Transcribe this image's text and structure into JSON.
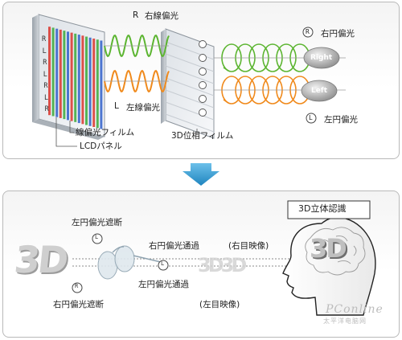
{
  "top": {
    "rows": [
      "R",
      "L",
      "R",
      "L",
      "R",
      "L",
      "R"
    ],
    "labels": {
      "right_linear": "右線偏光",
      "left_linear": "左線偏光",
      "r_key": "R",
      "l_key": "L",
      "right_circular": "右円偏光",
      "left_circular": "左円偏光",
      "right_badge": "Right",
      "left_badge": "Left",
      "polarizer_film": "線偏光フィルム",
      "lcd_panel": "LCDパネル",
      "phase_film": "3D位相フィルム"
    }
  },
  "bottom": {
    "labels": {
      "left_block": "左円偏光遮断",
      "right_block": "右円偏光遮断",
      "right_pass": "右円偏光通過",
      "left_pass": "左円偏光通過",
      "right_eye": "(右目映像)",
      "left_eye": "(左目映像)",
      "recognition_box": "3D立体認識",
      "glyph_3d": "3D",
      "head_3d": "3D",
      "ghost_text": "3D3D"
    }
  },
  "watermark": {
    "brand": "PConline",
    "sub": "太平洋电脑网"
  },
  "colors": {
    "green_wave": "#5cb531",
    "orange_wave": "#f08a1c",
    "arrow_blue": "#2f97cf",
    "panel_border": "#b9b9b9"
  }
}
